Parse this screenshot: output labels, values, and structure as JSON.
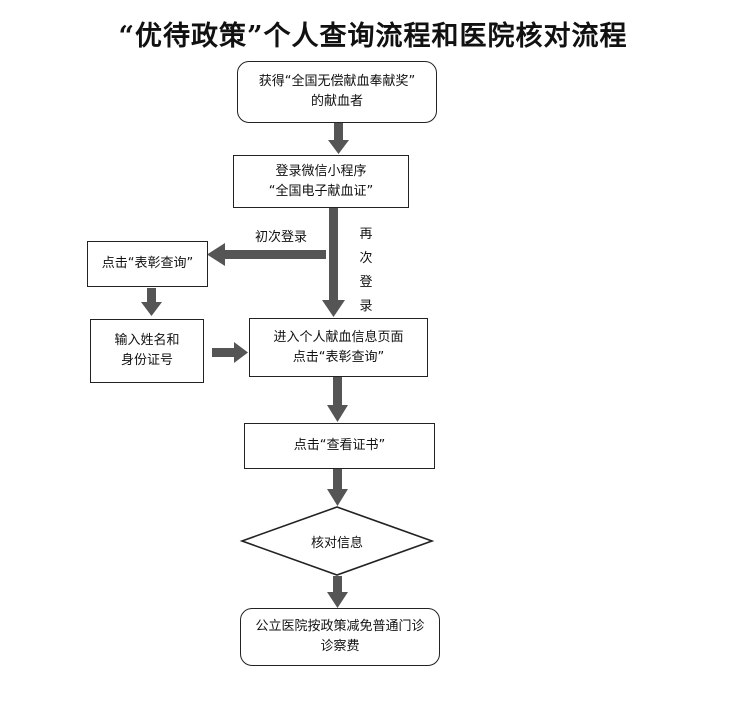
{
  "title": "“优待政策”个人查询流程和医院核对流程",
  "nodes": {
    "start": {
      "line1": "获得“全国无偿献血奉献奖”",
      "line2": "的献血者"
    },
    "login": {
      "line1": "登录微信小程序",
      "line2": "“全国电子献血证”"
    },
    "click_query": {
      "line1": "点击“表彰查询”"
    },
    "input_info": {
      "line1": "输入姓名和",
      "line2": "身份证号"
    },
    "personal_page": {
      "line1": "进入个人献血信息页面",
      "line2": "点击“表彰查询”"
    },
    "view_cert": {
      "line1": "点击“查看证书”"
    },
    "verify": {
      "line1": "核对信息"
    },
    "result": {
      "line1": "公立医院按政策减免普通门诊",
      "line2": "诊察费"
    }
  },
  "edges": {
    "first_login": "初次登录",
    "re_login": "再次登录"
  },
  "colors": {
    "arrow": "#555555",
    "border": "#222222"
  }
}
